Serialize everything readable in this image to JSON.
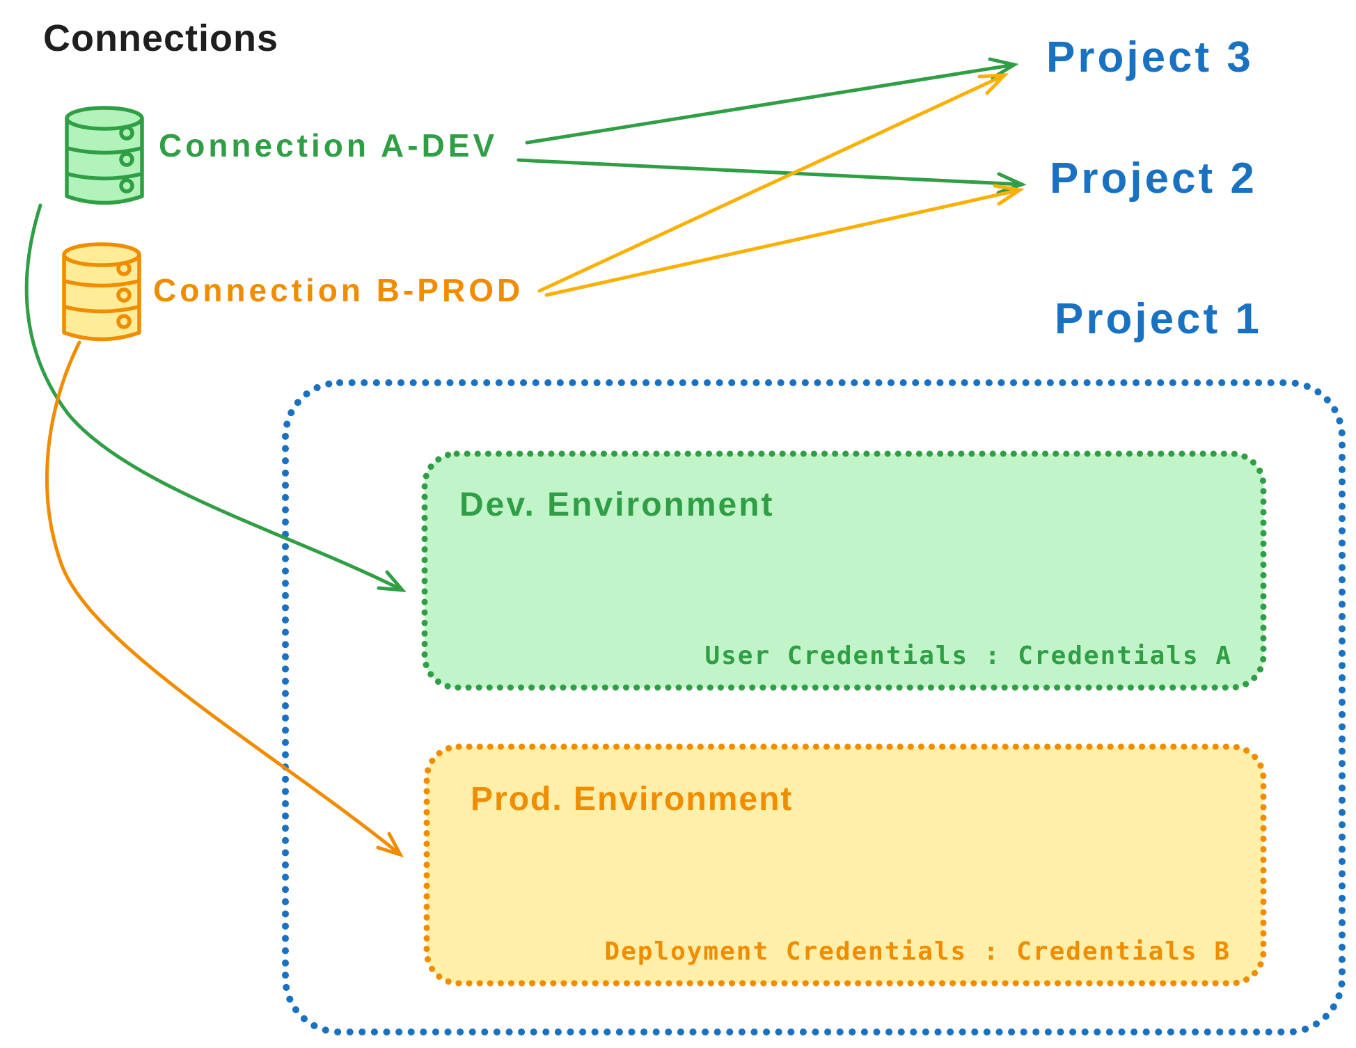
{
  "diagram": {
    "title": "Connections",
    "connections": [
      {
        "id": "connection-a",
        "label": "Connection A-DEV",
        "icon": "database-icon",
        "color": "#2f9e44",
        "fill": "#b2f2bb"
      },
      {
        "id": "connection-b",
        "label": "Connection B-PROD",
        "icon": "database-icon",
        "color": "#f08c00",
        "fill": "#ffec99"
      }
    ],
    "projects": [
      {
        "label": "Project 3"
      },
      {
        "label": "Project 2"
      },
      {
        "label": "Project 1"
      }
    ],
    "project1": {
      "dev_environment": {
        "title": "Dev. Environment",
        "credentials_label": "User Credentials : Credentials A",
        "border_color": "#2f9e44",
        "fill_color": "#b2f2bb"
      },
      "prod_environment": {
        "title": "Prod. Environment",
        "credentials_label": "Deployment Credentials : Credentials B",
        "border_color": "#f08c00",
        "fill_color": "#ffec99"
      }
    },
    "relations": [
      {
        "from": "Connection A-DEV",
        "to": "Project 3",
        "style": "straight-arrow",
        "color": "#2f9e44"
      },
      {
        "from": "Connection A-DEV",
        "to": "Project 2",
        "style": "straight-arrow",
        "color": "#2f9e44"
      },
      {
        "from": "Connection B-PROD",
        "to": "Project 3",
        "style": "straight-arrow",
        "color": "#f08c00"
      },
      {
        "from": "Connection B-PROD",
        "to": "Project 2",
        "style": "straight-arrow",
        "color": "#f08c00"
      },
      {
        "from": "Connection A-DEV",
        "to": "Project 1 / Dev. Environment",
        "style": "curved-arrow",
        "color": "#2f9e44"
      },
      {
        "from": "Connection B-PROD",
        "to": "Project 1 / Prod. Environment",
        "style": "curved-arrow",
        "color": "#f08c00"
      }
    ],
    "colors": {
      "text_black": "#1e1e1e",
      "blue": "#1971c2",
      "green": "#2f9e44",
      "orange": "#f08c00",
      "green_fill": "#b2f2bb",
      "yellow_fill": "#ffec99"
    }
  }
}
